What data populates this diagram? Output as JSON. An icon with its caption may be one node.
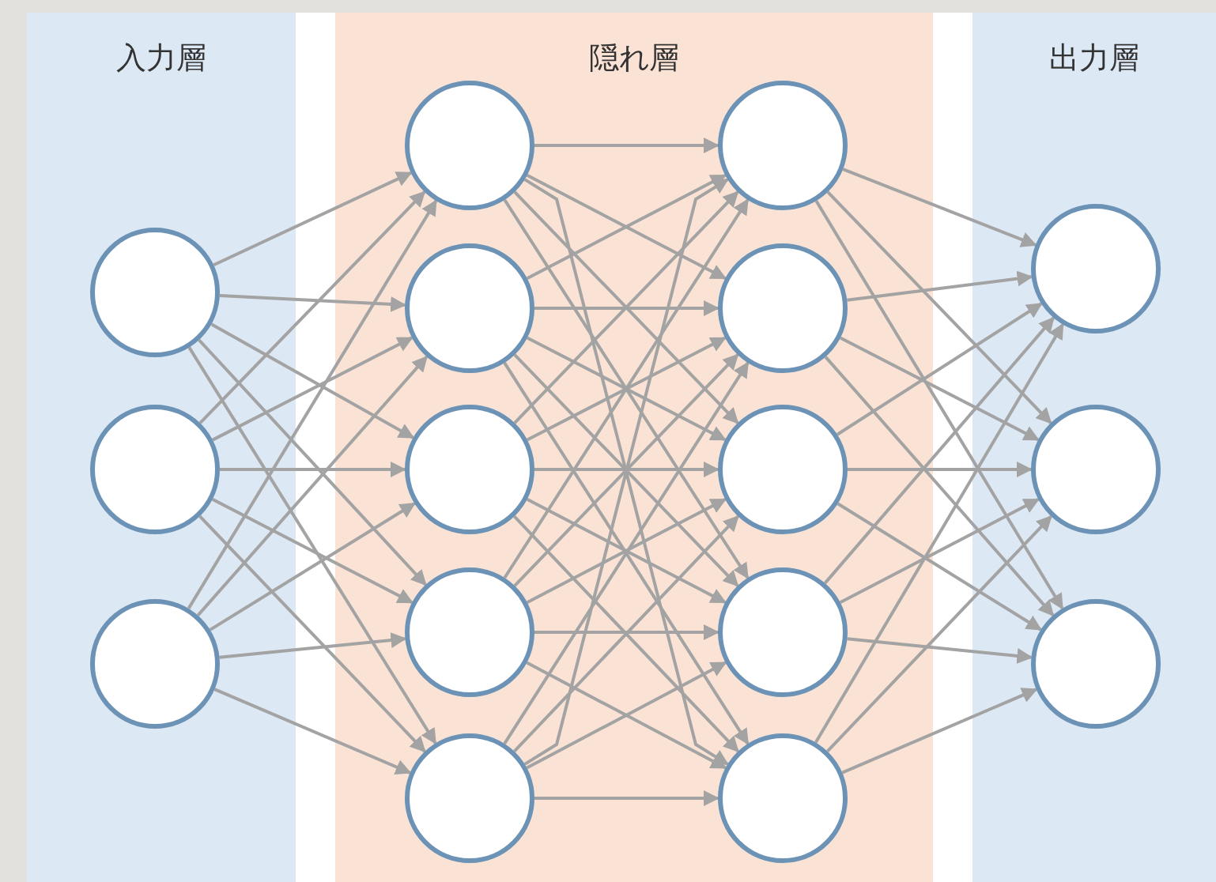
{
  "diagram": {
    "nodes": [
      {
        "text": [
          "入力層"
        ]
      },
      {
        "text": [
          "隠れ層"
        ]
      },
      {
        "text": [
          "出力層"
        ]
      },
      {
        "text": [],
        "shape": "circle",
        "in": 0
      },
      {
        "text": [],
        "shape": "circle",
        "in": 0
      },
      {
        "text": [],
        "shape": "circle",
        "in": 0
      },
      {
        "text": [],
        "shape": "circle",
        "in": 1
      },
      {
        "text": [],
        "shape": "circle",
        "in": 1
      },
      {
        "text": [],
        "shape": "circle",
        "in": 1
      },
      {
        "text": [],
        "shape": "circle",
        "in": 1
      },
      {
        "text": [],
        "shape": "circle",
        "in": 1
      },
      {
        "text": [],
        "shape": "circle",
        "in": 1
      },
      {
        "text": [],
        "shape": "circle",
        "in": 1
      },
      {
        "text": [],
        "shape": "circle",
        "in": 1
      },
      {
        "text": [],
        "shape": "circle",
        "in": 1
      },
      {
        "text": [],
        "shape": "circle",
        "in": 1
      },
      {
        "text": [],
        "shape": "circle",
        "in": 2
      },
      {
        "text": [],
        "shape": "circle",
        "in": 2
      },
      {
        "text": [],
        "shape": "circle",
        "in": 2
      }
    ],
    "edges": [
      {
        "from": 3,
        "to": 6,
        "arrow": "to"
      },
      {
        "from": 3,
        "to": 7,
        "arrow": "to"
      },
      {
        "from": 3,
        "to": 8,
        "arrow": "to"
      },
      {
        "from": 3,
        "to": 9,
        "arrow": "to"
      },
      {
        "from": 3,
        "to": 10,
        "arrow": "to"
      },
      {
        "from": 4,
        "to": 6,
        "arrow": "to"
      },
      {
        "from": 4,
        "to": 7,
        "arrow": "to"
      },
      {
        "from": 4,
        "to": 8,
        "arrow": "to"
      },
      {
        "from": 4,
        "to": 9,
        "arrow": "to"
      },
      {
        "from": 4,
        "to": 10,
        "arrow": "to"
      },
      {
        "from": 5,
        "to": 6,
        "arrow": "to"
      },
      {
        "from": 5,
        "to": 7,
        "arrow": "to"
      },
      {
        "from": 5,
        "to": 8,
        "arrow": "to"
      },
      {
        "from": 5,
        "to": 9,
        "arrow": "to"
      },
      {
        "from": 5,
        "to": 10,
        "arrow": "to"
      },
      {
        "from": 6,
        "to": 11,
        "arrow": "to"
      },
      {
        "from": 6,
        "to": 12,
        "arrow": "to"
      },
      {
        "from": 6,
        "to": 13,
        "arrow": "to"
      },
      {
        "from": 6,
        "to": 14,
        "arrow": "to"
      },
      {
        "from": 6,
        "to": 15,
        "arrow": "to"
      },
      {
        "from": 7,
        "to": 11,
        "arrow": "to"
      },
      {
        "from": 7,
        "to": 12,
        "arrow": "to"
      },
      {
        "from": 7,
        "to": 13,
        "arrow": "to"
      },
      {
        "from": 7,
        "to": 14,
        "arrow": "to"
      },
      {
        "from": 7,
        "to": 15,
        "arrow": "to"
      },
      {
        "from": 8,
        "to": 11,
        "arrow": "to"
      },
      {
        "from": 8,
        "to": 12,
        "arrow": "to"
      },
      {
        "from": 8,
        "to": 13,
        "arrow": "to"
      },
      {
        "from": 8,
        "to": 14,
        "arrow": "to"
      },
      {
        "from": 8,
        "to": 15,
        "arrow": "to"
      },
      {
        "from": 9,
        "to": 11,
        "arrow": "to"
      },
      {
        "from": 9,
        "to": 12,
        "arrow": "to"
      },
      {
        "from": 9,
        "to": 13,
        "arrow": "to"
      },
      {
        "from": 9,
        "to": 14,
        "arrow": "to"
      },
      {
        "from": 9,
        "to": 15,
        "arrow": "to"
      },
      {
        "from": 10,
        "to": 11,
        "arrow": "to"
      },
      {
        "from": 10,
        "to": 12,
        "arrow": "to"
      },
      {
        "from": 10,
        "to": 13,
        "arrow": "to"
      },
      {
        "from": 10,
        "to": 14,
        "arrow": "to"
      },
      {
        "from": 10,
        "to": 15,
        "arrow": "to"
      },
      {
        "from": 11,
        "to": 16,
        "arrow": "to"
      },
      {
        "from": 11,
        "to": 17,
        "arrow": "to"
      },
      {
        "from": 11,
        "to": 18,
        "arrow": "to"
      },
      {
        "from": 12,
        "to": 16,
        "arrow": "to"
      },
      {
        "from": 12,
        "to": 17,
        "arrow": "to"
      },
      {
        "from": 12,
        "to": 18,
        "arrow": "to"
      },
      {
        "from": 13,
        "to": 16,
        "arrow": "to"
      },
      {
        "from": 13,
        "to": 17,
        "arrow": "to"
      },
      {
        "from": 13,
        "to": 18,
        "arrow": "to"
      },
      {
        "from": 14,
        "to": 16,
        "arrow": "to"
      },
      {
        "from": 14,
        "to": 17,
        "arrow": "to"
      },
      {
        "from": 14,
        "to": 18,
        "arrow": "to"
      },
      {
        "from": 15,
        "to": 16,
        "arrow": "to"
      },
      {
        "from": 15,
        "to": 17,
        "arrow": "to"
      },
      {
        "from": 15,
        "to": 18,
        "arrow": "to"
      }
    ]
  }
}
